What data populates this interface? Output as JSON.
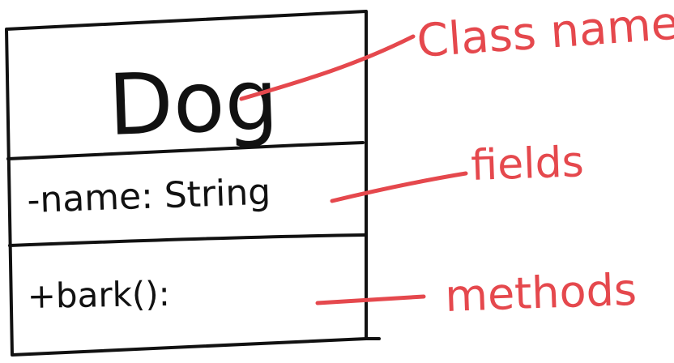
{
  "class_box": {
    "class_name": "Dog",
    "field": "-name: String",
    "method": "+bark():"
  },
  "annotations": {
    "class_name_label": "Class name",
    "fields_label": "fields",
    "methods_label": "methods"
  },
  "colors": {
    "ink": "#111111",
    "annotation": "#e5484d",
    "background": "#ffffff"
  }
}
